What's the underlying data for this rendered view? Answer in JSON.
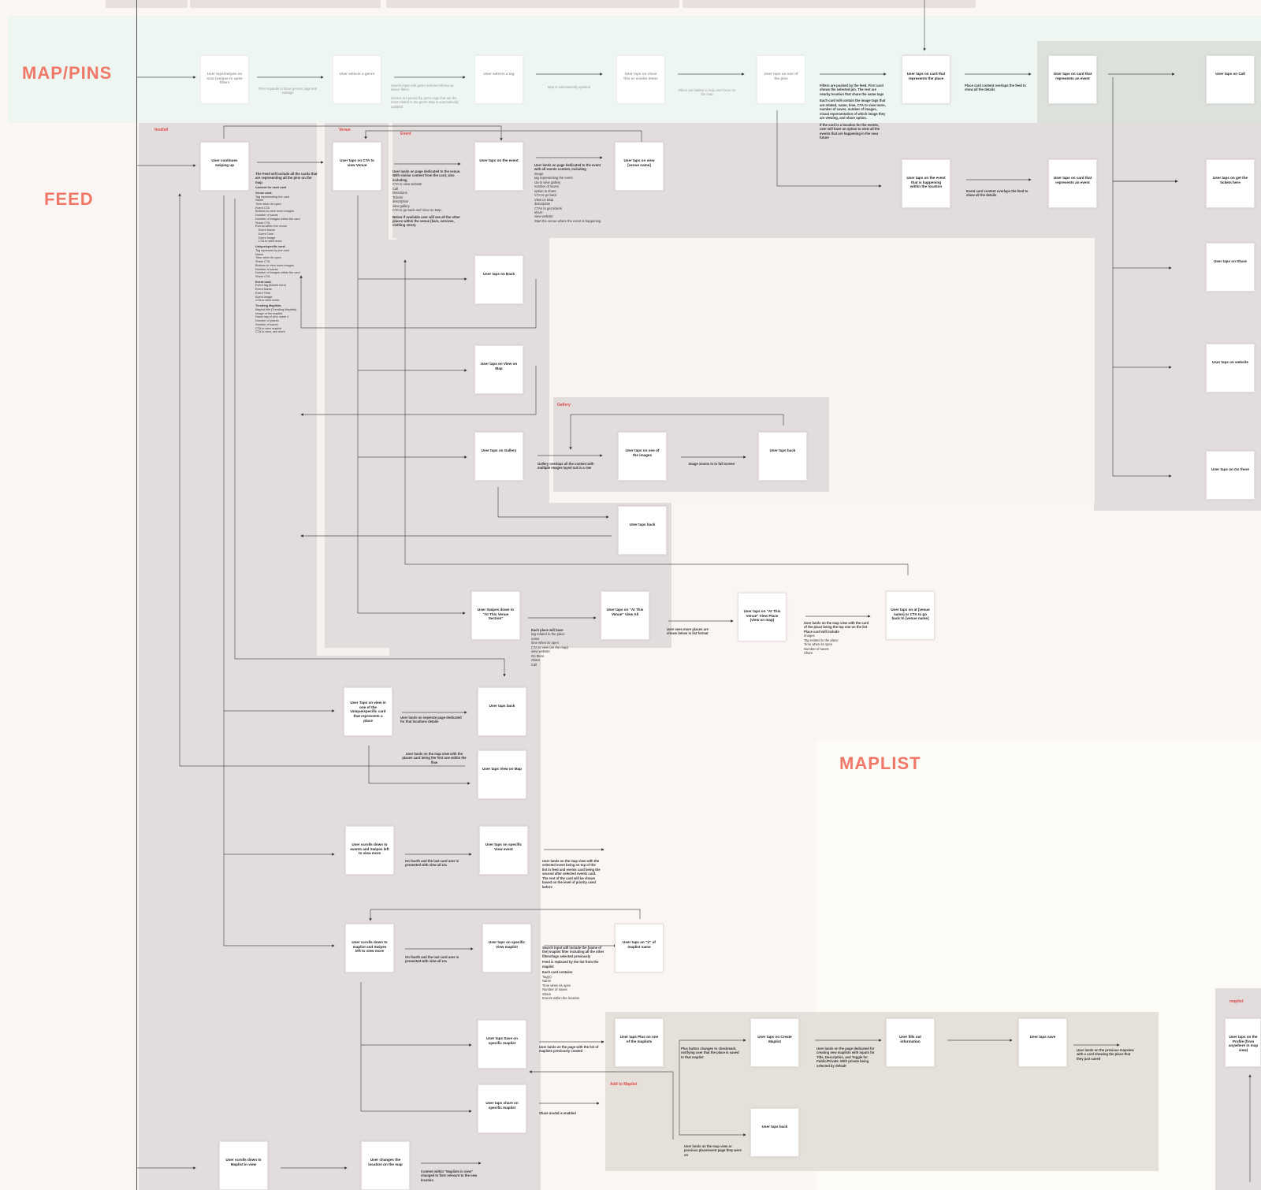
{
  "colors": {
    "lane_label": "#f07868",
    "tag": "#e04848",
    "map_bg": "#eef6f1",
    "panel_bg": "#e3dcdc",
    "maplist_bg": "#fdfbf5",
    "addmap_bg": "#e5e1da"
  },
  "lanes": {
    "map": "MAP/PINS",
    "feed": "FEED",
    "maplist": "MAPLIST"
  },
  "tags": {
    "feed_all": "feed/all",
    "venue": "Venue",
    "event": "Event",
    "gallery": "Gallery",
    "add_to_maplist": "Add to Maplist",
    "maplist": "maplist"
  },
  "boxes": {
    "m1": "User taps/swipes on Icon (unique to open filters",
    "m2": "User selects a genre",
    "m3": "User selects a tag",
    "m4": "User taps on close this or similar items",
    "m5": "User taps on one of the pins",
    "m6": "User taps on card that represents the place",
    "m7": "User taps on card that represents an event",
    "m8": "User taps on Call",
    "f1": "User continues swiping up",
    "v1": "User taps on CTA to view Venue",
    "e1": "User taps on the event",
    "e2": "User taps on view [venue name]",
    "p1": "User taps on the event that is happening within the location",
    "p2": "User taps on card that represents an event",
    "r1": "User taps on get the tickets here",
    "r2": "User taps on Share",
    "r3": "User taps on website",
    "r4": "User taps on Go there",
    "v2": "User taps on Back",
    "v3": "User taps on View on Map",
    "v4": "User taps on Gallery",
    "g1": "User taps on one of the images",
    "g2": "User taps back",
    "v5": "User taps back",
    "v6": "User Swipes down to \"At This Venue Section\"",
    "v7": "User taps on \"At This Venue\" View All",
    "v8": "User taps on \"At This Venue\" View Place (view on map)",
    "v9": "User taps on at [venue name] or CTA to go back to [venue name]",
    "f2": "User Taps on view in one of the Unique/specific card that represents a place",
    "f3": "User taps back",
    "f4": "User taps View on Map",
    "f5": "User scrolls down to events and Swipes left to view more",
    "f6": "User taps on specific View event",
    "f7": "User scrolls down to maplist and Swipes left to view more",
    "f8": "User taps on specific View maplist",
    "f9": "User taps an \"X\" of maplist name",
    "f10": "User taps Save on specific maplist",
    "f11": "User taps share on specific maplist",
    "f12": "User scrolls down to Maplist in view",
    "f13": "User changes the location on the map",
    "a1": "User taps Plus on one of the maplists",
    "a2": "User taps on Create Maplist",
    "a3": "User fills out information",
    "a4": "User taps save",
    "a5": "User taps back",
    "ml1": "User taps on the Profile (from anywhere in map view)"
  },
  "notes": {
    "n_filter": "Filter expands to show genres, tags and subtags",
    "n_search": "Search input with genre selected shows up above filters.",
    "n_genre": "Genres are pinned by genre tags that are the most related to the genre Map is automatically updated",
    "n_mapupd": "Map is automatically updated",
    "n_hidden": "Filters are hidden to help user focus on the map",
    "n_pushed": [
      "Filters are pushed by the feed. First card shows the selected pin. The rest are nearby location that share the same tags",
      "Each card will contain the image tags that are related, name, time, CTA to view more, number of saves, number of images, visual representation of which image they are viewing, and share option.",
      "If the card is a location for the events, user will have an option to view all the events that are happening in the near future"
    ],
    "n_placecard": "Place card content overlaps the feed to show all the details",
    "n_eventcard": "Event card content overlaps the feed to show all the details",
    "n_feed": [
      "The Feed will include all the cards that are representing all the pins on the map",
      "Content for each card",
      "Venue card:",
      "Tag representing the card",
      "Name",
      "Time when its open",
      "Event CTA",
      "Buttons to view more images",
      "Number of saves",
      "Number of images within the card",
      "Share CTA",
      "Events within the venue",
      "Event Name",
      "Event Time",
      "Event Image",
      "CTA to view more",
      "Unique/specific card:",
      "Tag represent by the card",
      "Name",
      "Time when its open",
      "Share CTA",
      "Buttons to view more images",
      "Number of saves",
      "Number of images within the card",
      "Share CTA",
      "Event card:",
      "Event tag (tickets here)",
      "Event Name",
      "Event Time",
      "Event Image",
      "CTA to view event",
      "Trending Maplists:",
      "Maplist title (Trending Maplists)",
      "Image of the maplist",
      "Name tag of who made it",
      "Number of places",
      "Number of saves",
      "CTA to view maplist",
      "CTA to view, see more"
    ],
    "n_venue": [
      "User lands on page dedicated to the venue. With similar content from the card, also including",
      "CTA to view website",
      "Call",
      "Directions",
      "Tickets",
      "description",
      "view gallery",
      "CTA to go back and View on Map.",
      "Below if available user will see all the other places within the venue (bars, services, clothing store)."
    ],
    "n_event": [
      "User lands on page dedicated to the event with all events content, including",
      "image",
      "tag representing the event",
      "cta to view gallery",
      "number of saves",
      "option to share",
      "CTA to go back",
      "View on Map",
      "description",
      "CTAs to get tickets",
      "share",
      "view website",
      "Start the venue where the event is happening"
    ],
    "n_gallery": "Gallery overlaps all the content with multiple images layed out in a row",
    "n_zoom": "Image zooms in to full screen",
    "n_eachplace": [
      "Each place will have",
      "tag related to the place",
      "name",
      "time when its open",
      "CTA to view (on the map)",
      "view website",
      "Go there",
      "Share",
      "Call"
    ],
    "n_listfmt": "User sees more places are shown below in list format",
    "n_mapview": [
      "User lands on the map view with the card of the place being the top one on the list",
      "Place card will include",
      "Images",
      "Tag related to the place",
      "Time when its open",
      "Number of saves",
      "Share"
    ],
    "n_separate": "User lands on seperate page dedicated for that locations details",
    "n_mapcard": "User lands on the map view with the places card being the first one within the flow",
    "n_fourth": "On fourth and the last card user is presented with view all cta",
    "n_eventmap": "User lands on the map view with the selected event being on top of the list in feed and events card being the second after selected events card. The rest of the card will be shown based on the level of priority used before",
    "n_fourth2": "On fourth and the last card user is presented with view all cta",
    "n_searchinput": [
      "Search input will include the [name of the] maplist filter including all the other filters/tags selected previously",
      "Feed is replaced by the list from the maplist",
      "Each card contains",
      "Tag(s)",
      "Name",
      "Time when its open",
      "Number of saves",
      "Share",
      "Events within the location"
    ],
    "n_savepage": "User lands on the page with the list of maplists previously created",
    "n_sharemodal": "Share modal is enabled",
    "n_plusbtn": "Plus button changes to checkmark, notifying user that the place is saved to that maplist",
    "n_createpage": "User lands on the page dedicated for creating new maplists with inputs for Title, Description, and Toggle for Public/Private. With private being selected by default",
    "n_prevmap": "User lands on the previous mapview with a card showing the place that they just saved",
    "n_backmap": "User lands on the map view or previous place/event page they were on",
    "n_mapchange": "Content within \"Maplists in view\" changed to fists relevant to the new location"
  }
}
